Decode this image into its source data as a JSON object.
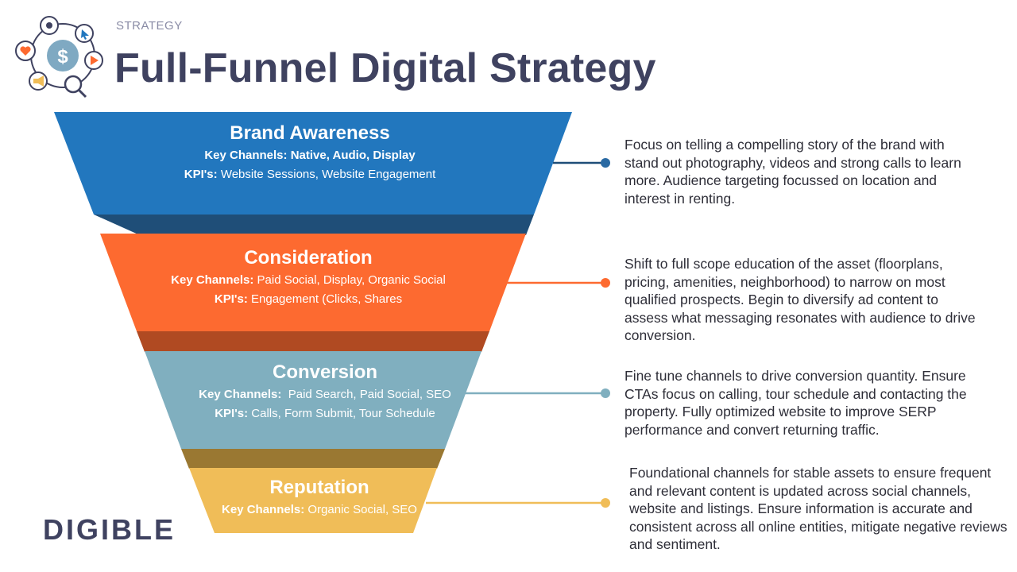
{
  "header": {
    "eyebrow": "STRATEGY",
    "title": "Full-Funnel Digital Strategy"
  },
  "brand": {
    "logo_text": "DIGIBLE"
  },
  "colors": {
    "title": "#3f4260",
    "awareness": "#2277be",
    "awareness_shadow": "#1f4e78",
    "consideration": "#fd6a30",
    "consideration_shadow": "#b04a22",
    "conversion": "#80afbf",
    "conversion_shadow": "#9a7832",
    "reputation": "#f0bd58"
  },
  "stages": [
    {
      "name": "Brand Awareness",
      "channels_label": "Key Channels: Native, Audio, Display",
      "channels_value": "",
      "kpi_label": "KPI's:",
      "kpi_value": "Website Sessions, Website Engagement",
      "description": "Focus on telling a compelling story of the brand with stand out photography, videos and strong calls to learn more. Audience targeting focussed on location and interest in renting."
    },
    {
      "name": "Consideration",
      "channels_label": "Key Channels:",
      "channels_value": "Paid Social, Display, Organic Social",
      "kpi_label": "KPI's:",
      "kpi_value": "Engagement (Clicks, Shares",
      "description": "Shift to full scope education of the asset (floorplans, pricing, amenities, neighborhood) to narrow on most qualified prospects. Begin to diversify ad content to assess what messaging resonates with audience to drive conversion."
    },
    {
      "name": "Conversion",
      "channels_label": "Key Channels:",
      "channels_value": "Paid Search, Paid Social, SEO",
      "kpi_label": "KPI's:",
      "kpi_value": "Calls, Form Submit, Tour Schedule",
      "description": "Fine tune channels to drive conversion quantity. Ensure CTAs focus on calling, tour schedule and contacting the property. Fully optimized website to improve SERP performance and convert returning traffic."
    },
    {
      "name": "Reputation",
      "channels_label": "Key Channels:",
      "channels_value": "Organic Social, SEO",
      "kpi_label": "",
      "kpi_value": "",
      "description": "Foundational channels for stable assets to ensure frequent and relevant content is updated across social channels, website and listings. Ensure information is accurate and consistent across all online entities, mitigate negative reviews and sentiment."
    }
  ]
}
